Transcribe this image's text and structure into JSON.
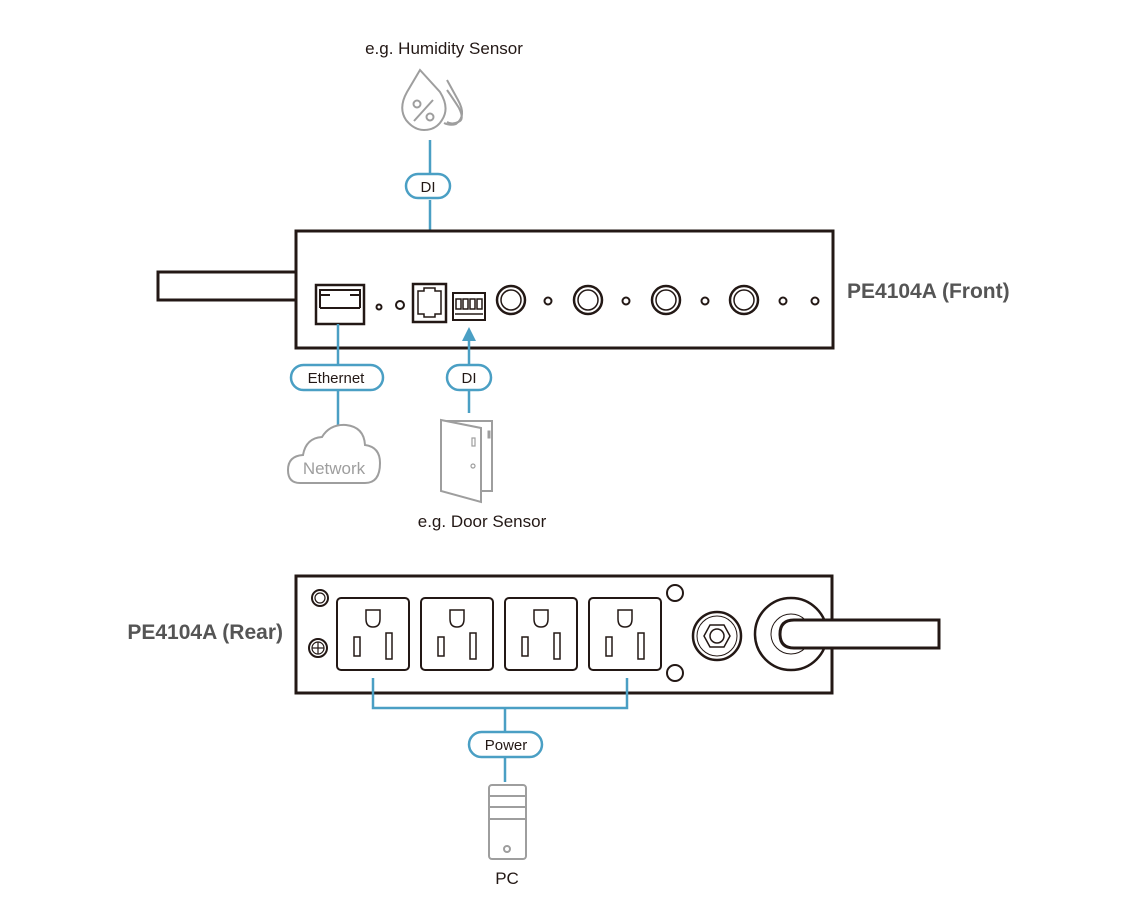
{
  "diagram": {
    "front_label": "PE4104A (Front)",
    "rear_label": "PE4104A (Rear)",
    "humidity_label": "e.g. Humidity Sensor",
    "door_label": "e.g. Door Sensor",
    "network_label": "Network",
    "pc_label": "PC",
    "tags": {
      "di_top": "DI",
      "di_bottom": "DI",
      "ethernet": "Ethernet",
      "power": "Power"
    },
    "colors": {
      "connector": "#4a9fc4",
      "device_outline": "#231815",
      "peripheral_outline": "#9e9e9e",
      "label_gray": "#555555"
    }
  }
}
